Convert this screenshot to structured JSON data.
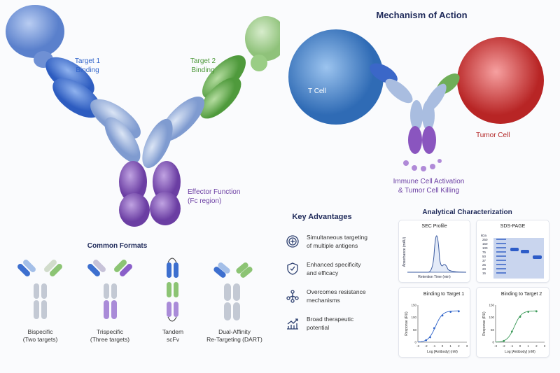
{
  "hero": {
    "target1_label": [
      "Target 1",
      "Binding"
    ],
    "target2_label": [
      "Target 2",
      "Binding"
    ],
    "effector_label": [
      "Effector Function",
      "(Fc region)"
    ]
  },
  "mechanism": {
    "title": "Mechanism of Action",
    "t_cell": "T Cell",
    "tumor_cell": "Tumor Cell",
    "outcome": [
      "Immune Cell Activation",
      "& Tumor Cell Killing"
    ]
  },
  "formats": {
    "title": "Common Formats",
    "items": [
      {
        "line1": "Bispecific",
        "line2": "(Two targets)"
      },
      {
        "line1": "Trispecific",
        "line2": "(Three targets)"
      },
      {
        "line1": "Tandem",
        "line2": "scFv"
      },
      {
        "line1": "Dual-Affinity",
        "line2": "Re-Targeting (DART)"
      }
    ]
  },
  "advantages": {
    "title": "Key Advantages",
    "items": [
      {
        "icon": "target-icon",
        "line1": "Simultaneous targeting",
        "line2": "of multiple antigens"
      },
      {
        "icon": "shield-icon",
        "line1": "Enhanced specificity",
        "line2": "and efficacy"
      },
      {
        "icon": "network-icon",
        "line1": "Overcomes resistance",
        "line2": "mechanisms"
      },
      {
        "icon": "growth-chart-icon",
        "line1": "Broad therapeutic",
        "line2": "potential"
      }
    ]
  },
  "analytics": {
    "title": "Analytical Characterization",
    "sec": {
      "title": "SEC Profile",
      "ylabel": "Absorbance (mAU)",
      "xlabel": "Retention Time (min)"
    },
    "sds": {
      "title": "SDS-PAGE",
      "unit": "kDa",
      "ladder": [
        "250",
        "150",
        "100",
        "75",
        "50",
        "37",
        "25",
        "20",
        "15"
      ]
    }
  },
  "colors": {
    "blue": "#2f63c9",
    "green": "#4f9a3c",
    "purple": "#7a45a8",
    "red": "#c9302c",
    "navy": "#1f2a5a"
  },
  "chart_data": [
    {
      "type": "line",
      "title": "Binding to Target 1",
      "xlabel": "Log [Antibody] (nM)",
      "ylabel": "Response (RU)",
      "xlim": [
        -3,
        3
      ],
      "ylim": [
        0,
        150
      ],
      "xticks": [
        "-3",
        "-2",
        "-1",
        "0",
        "1",
        "2",
        "3"
      ],
      "yticks": [
        "0",
        "50",
        "100",
        "150"
      ],
      "x": [
        -2,
        -1.5,
        -1,
        0,
        1,
        2
      ],
      "y": [
        8,
        20,
        57,
        108,
        123,
        125
      ],
      "color": "#2f63c9"
    },
    {
      "type": "line",
      "title": "Binding to Target 2",
      "xlabel": "Log [Antibody] (nM)",
      "ylabel": "Response (RU)",
      "xlim": [
        -3,
        3
      ],
      "ylim": [
        0,
        150
      ],
      "xticks": [
        "-3",
        "-2",
        "-1",
        "0",
        "1",
        "2",
        "3"
      ],
      "yticks": [
        "0",
        "50",
        "100",
        "150"
      ],
      "x": [
        -2,
        -1,
        0,
        1,
        2
      ],
      "y": [
        5,
        43,
        103,
        123,
        125
      ],
      "color": "#3d9a5a"
    }
  ]
}
